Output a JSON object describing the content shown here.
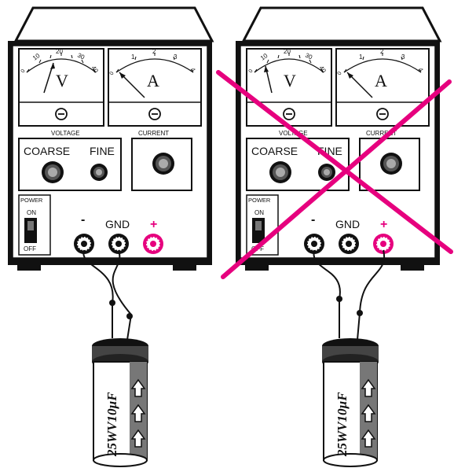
{
  "colors": {
    "ink": "#111111",
    "panel": "#ffffff",
    "positive_terminal": "#e6007e",
    "cross": "#e6007e",
    "capacitor_body": "#ffffff",
    "capacitor_top": "#1a1a1a"
  },
  "supplies": [
    {
      "id": "correct",
      "voltmeter": {
        "unit": "V",
        "ticks": [
          "0",
          "10",
          "20",
          "30",
          "40"
        ]
      },
      "ammeter": {
        "unit": "A",
        "ticks": [
          "0",
          "1",
          "2",
          "3",
          "4"
        ]
      },
      "zero_adjust_icon": "minus-circle-icon",
      "voltage_label": "VOLTAGE",
      "current_label": "CURRENT",
      "coarse_label": "COARSE",
      "fine_label": "FINE",
      "power_label": "POWER",
      "on_label": "ON",
      "off_label": "OFF",
      "neg_label": "-",
      "gnd_label": "GND",
      "pos_label": "+",
      "crossed_out": false,
      "capacitor_lead_to_positive": false
    },
    {
      "id": "incorrect",
      "voltmeter": {
        "unit": "V",
        "ticks": [
          "0",
          "10",
          "20",
          "30",
          "40"
        ]
      },
      "ammeter": {
        "unit": "A",
        "ticks": [
          "0",
          "1",
          "2",
          "3",
          "4"
        ]
      },
      "zero_adjust_icon": "minus-circle-icon",
      "voltage_label": "VOLTAGE",
      "current_label": "CURRENT",
      "coarse_label": "COARSE",
      "fine_label": "FINE",
      "power_label": "POWER",
      "on_label": "ON",
      "off_label": "OFF",
      "neg_label": "-",
      "gnd_label": "GND",
      "pos_label": "+",
      "crossed_out": true,
      "capacitor_lead_to_positive": true
    }
  ],
  "capacitor": {
    "label": "25WV10µF",
    "polarity_icon": "arrow-up-icon"
  }
}
